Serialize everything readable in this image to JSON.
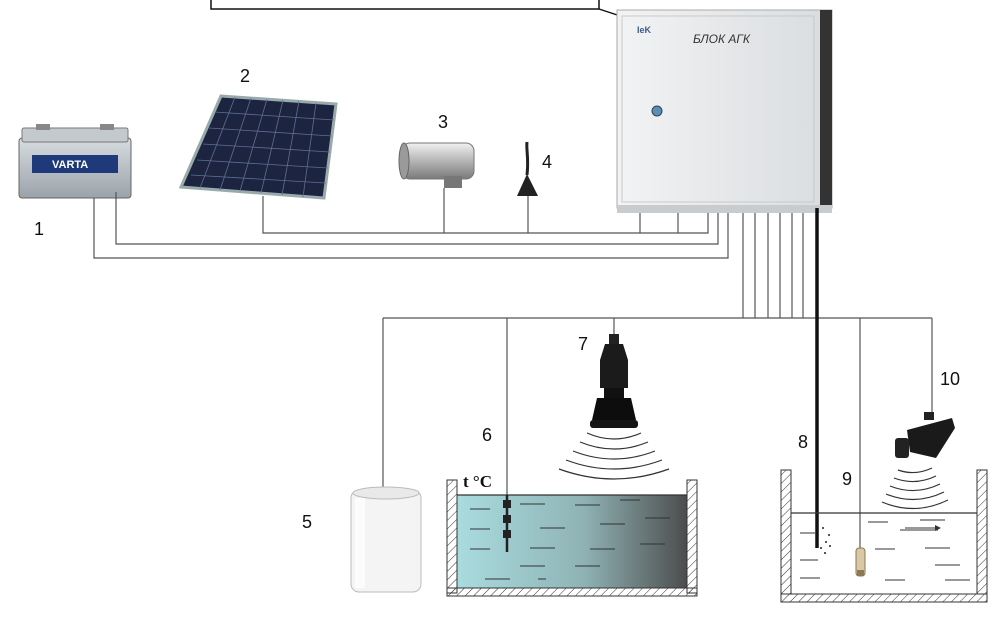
{
  "control_box": {
    "brand": "IeK",
    "label": "БЛОК АГК"
  },
  "temperature_label": "t °C",
  "components": [
    {
      "number": "1",
      "name": "battery",
      "brand_text": "VARTA"
    },
    {
      "number": "2",
      "name": "solar-panel"
    },
    {
      "number": "3",
      "name": "camera"
    },
    {
      "number": "4",
      "name": "antenna"
    },
    {
      "number": "5",
      "name": "precipitation-gauge"
    },
    {
      "number": "6",
      "name": "temperature-probe"
    },
    {
      "number": "7",
      "name": "radar-level-sensor"
    },
    {
      "number": "8",
      "name": "bubbler-tube"
    },
    {
      "number": "9",
      "name": "pressure-sensor"
    },
    {
      "number": "10",
      "name": "flow-velocity-radar"
    }
  ],
  "colors": {
    "water_left": "#a9dcdf",
    "water_right": "#4d4d4d",
    "box": "#e6e8ea",
    "wire": "#555555"
  }
}
